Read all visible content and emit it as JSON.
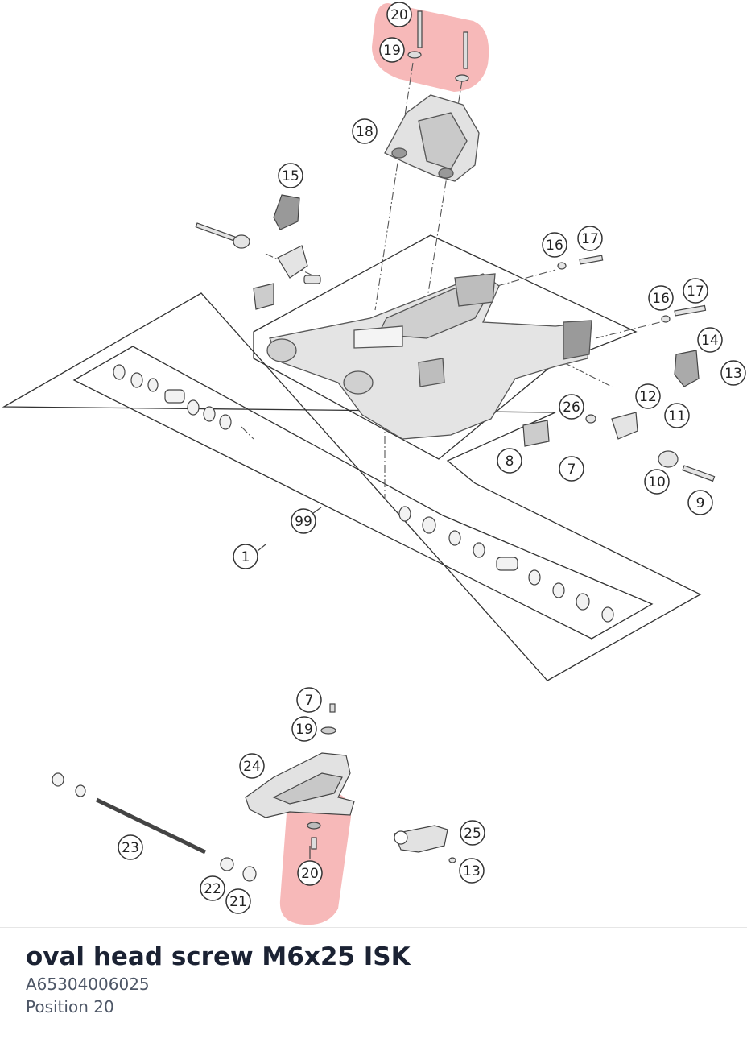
{
  "highlight_color": "#f28b8b",
  "selected_position": "20",
  "callouts": {
    "c20a": "20",
    "c19a": "19",
    "c18": "18",
    "c15": "15",
    "c16a": "16",
    "c17a": "17",
    "c16b": "16",
    "c17b": "17",
    "c14": "14",
    "c13a": "13",
    "c12": "12",
    "c26": "26",
    "c11": "11",
    "c8": "8",
    "c7a": "7",
    "c10": "10",
    "c9": "9",
    "c99": "99",
    "c1": "1",
    "c7b": "7",
    "c19b": "19",
    "c24": "24",
    "c25": "25",
    "c23": "23",
    "c13b": "13",
    "c20b": "20",
    "c22": "22",
    "c21": "21"
  },
  "part": {
    "name": "oval head screw M6x25 ISK",
    "number": "A65304006025",
    "position_label": "Position 20"
  }
}
